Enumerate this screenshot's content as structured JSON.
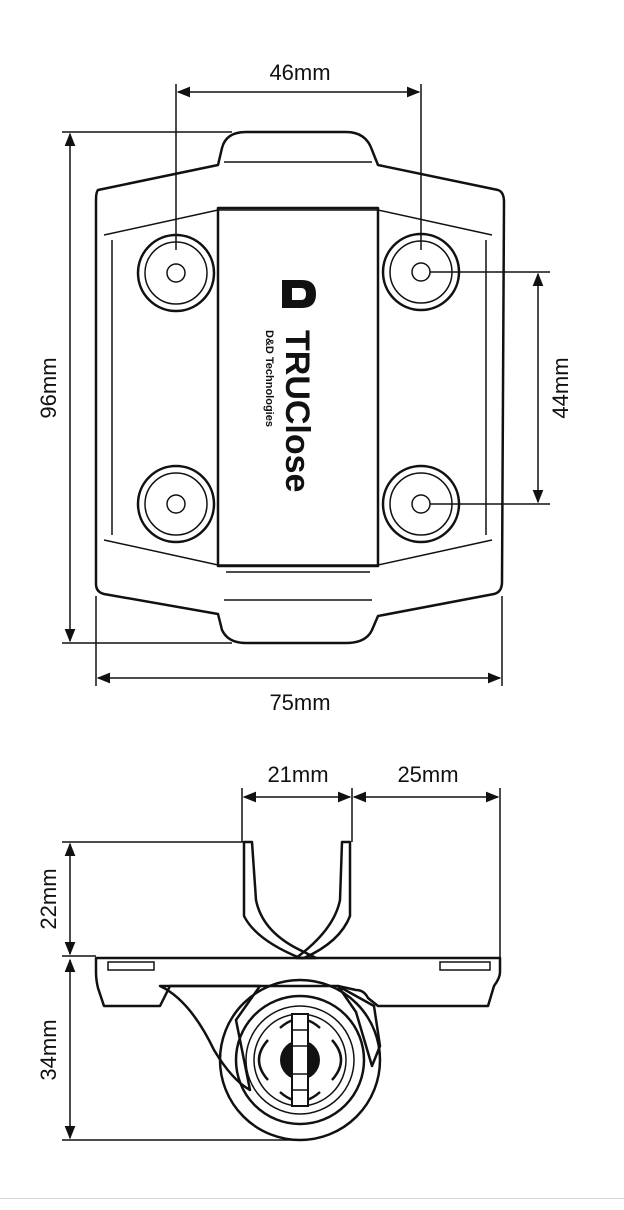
{
  "top_view": {
    "dimensions": {
      "hole_spacing_horizontal": "46mm",
      "overall_height": "96mm",
      "hole_spacing_vertical": "44mm",
      "overall_width": "75mm"
    },
    "brand": {
      "name": "TRUClose",
      "tagline": "D&D Technologies"
    }
  },
  "side_view": {
    "dimensions": {
      "upright_gap": "21mm",
      "wing_width": "25mm",
      "upright_height": "22mm",
      "body_height": "34mm"
    }
  },
  "icons": {
    "brand_logo": "dd-logo-icon"
  },
  "colors": {
    "line": "#111111",
    "background": "#ffffff"
  }
}
